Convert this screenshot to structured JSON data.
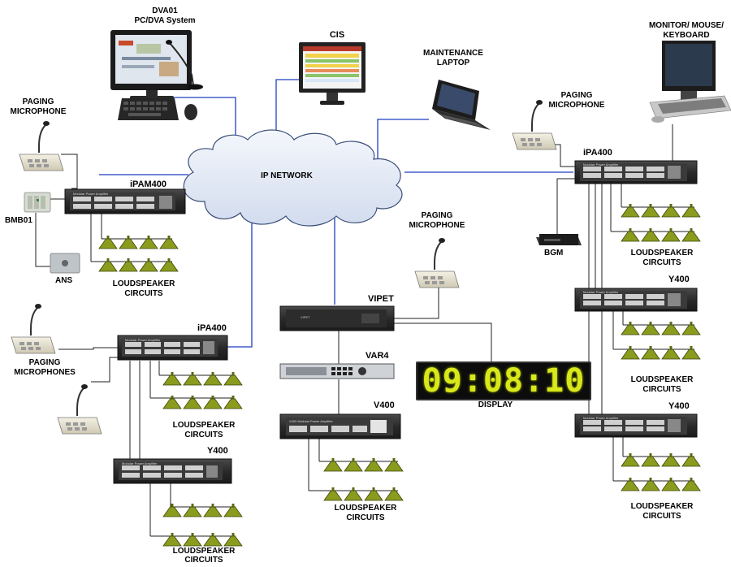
{
  "labels": {
    "dva_title": "DVA01",
    "dva_subtitle": "PC/DVA System",
    "cis": "CIS",
    "laptop_line1": "MAINTENANCE",
    "laptop_line2": "LAPTOP",
    "monitor_line1": "MONITOR/ MOUSE/",
    "monitor_line2": "KEYBOARD",
    "paging_line1": "PAGING",
    "paging_line2": "MICROPHONE",
    "paging_plural": "MICROPHONES",
    "ip_network": "IP NETWORK",
    "ipam400": "iPAM400",
    "ipa400": "iPA400",
    "bmb01": "BMB01",
    "ans": "ANS",
    "bgm": "BGM",
    "vipet": "VIPET",
    "var4": "VAR4",
    "v400": "V400",
    "y400": "Y400",
    "display": "DISPLAY",
    "speaker_line1": "LOUDSPEAKER",
    "speaker_line2": "CIRCUITS",
    "amp_badge": "Modular Power Amplifier",
    "vipet_badge": "VIPET",
    "v400_badge": "V400 Modular Power Amplifier"
  },
  "clock": "09:08:10",
  "colors": {
    "network_line": "#1f3fbf",
    "wire": "#222222",
    "speaker_fill": "#8a9b1e",
    "speaker_stroke": "#3c4508",
    "cloud_fill": "#e6ecf6",
    "cloud_stroke": "#3b4f7a",
    "rack_body": "#2d2d2d",
    "display_led": "#d8e81a"
  }
}
